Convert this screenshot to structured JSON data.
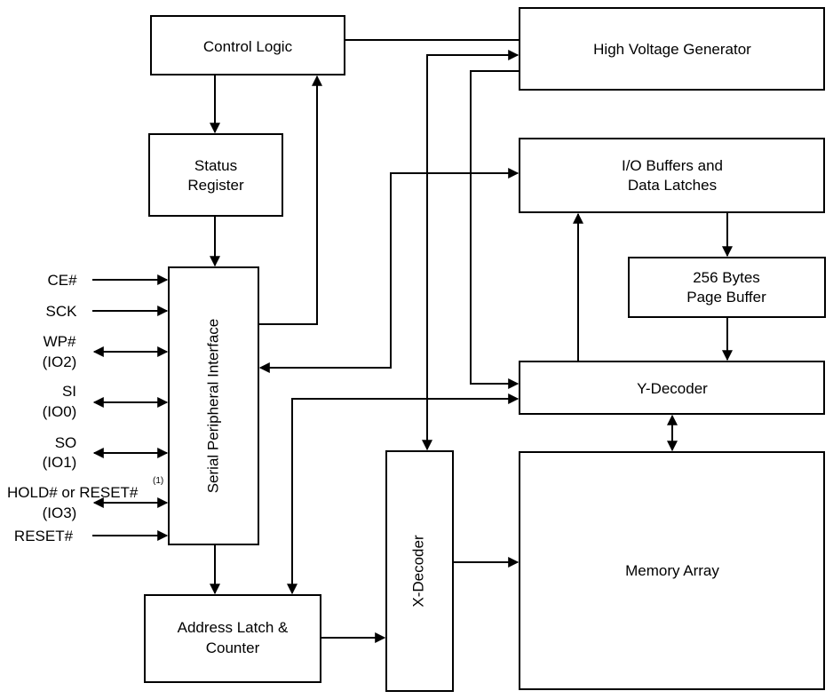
{
  "blocks": {
    "control_logic": "Control Logic",
    "status_register": [
      "Status",
      "Register"
    ],
    "serial_peripheral_interface": "Serial Peripheral Interface",
    "address_latch": [
      "Address Latch &",
      "Counter"
    ],
    "x_decoder": "X-Decoder",
    "high_voltage_generator": "High Voltage Generator",
    "io_buffers": [
      "I/O Buffers and",
      "Data Latches"
    ],
    "page_buffer": [
      "256 Bytes",
      "Page Buffer"
    ],
    "y_decoder": "Y-Decoder",
    "memory_array": "Memory Array"
  },
  "pins": {
    "ce": "CE#",
    "sck": "SCK",
    "wp": [
      "WP#",
      "(IO2)"
    ],
    "si": [
      "SI",
      "(IO0)"
    ],
    "so": [
      "SO",
      "(IO1)"
    ],
    "hold": [
      "HOLD# or RESET#",
      "(IO3)"
    ],
    "hold_note": "(1)",
    "reset": "RESET#"
  }
}
